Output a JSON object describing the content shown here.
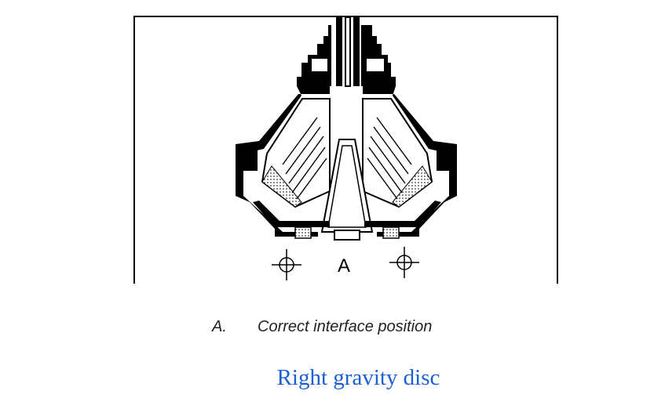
{
  "figure": {
    "marker_label": "A",
    "caption_letter": "A.",
    "caption_text": "Correct interface position"
  },
  "footer": {
    "title": "Right gravity disc"
  },
  "colors": {
    "link_blue": "#1a5fd4",
    "ink": "#000000"
  }
}
